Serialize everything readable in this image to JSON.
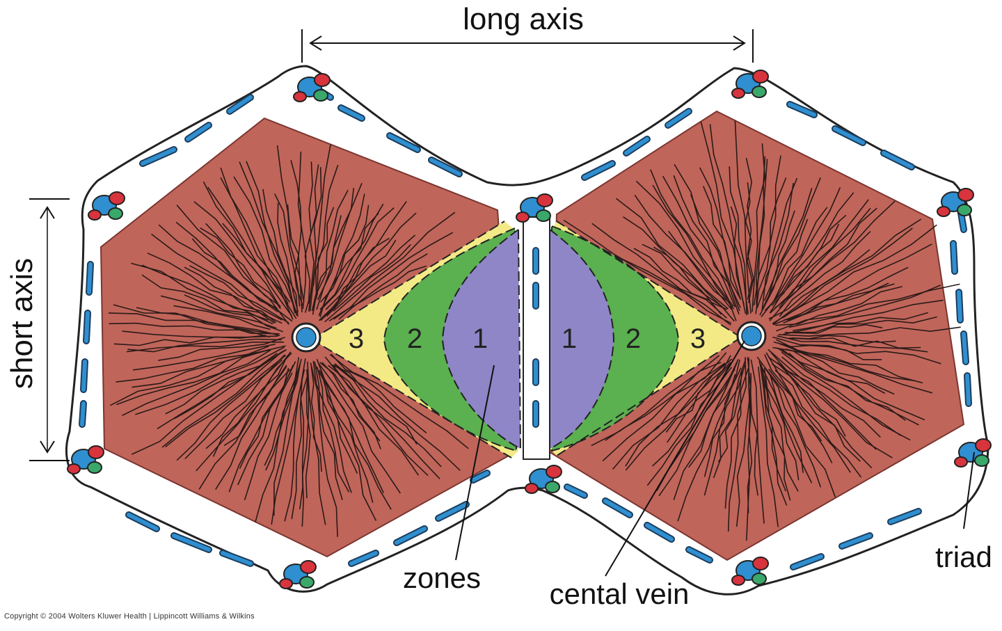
{
  "labels": {
    "long_axis": "long axis",
    "short_axis": "short axis",
    "zones": "zones",
    "central_vein": "cental vein",
    "triad": "triad"
  },
  "zone_numbers": {
    "left": [
      "3",
      "2",
      "1"
    ],
    "right": [
      "1",
      "2",
      "3"
    ]
  },
  "copyright": "Copyright © 2004 Wolters Kluwer Health | Lippincott Williams & Wilkins",
  "colors": {
    "parenchyma": "#c0655a",
    "sinusoid_line": "#2a1a18",
    "zone1": "#8f86c8",
    "zone2": "#5bb04f",
    "zone3": "#f3ea86",
    "vessel_blue": "#2f8fd0",
    "vessel_red": "#d8343d",
    "vessel_green": "#3aa86a",
    "outline": "#222222"
  }
}
